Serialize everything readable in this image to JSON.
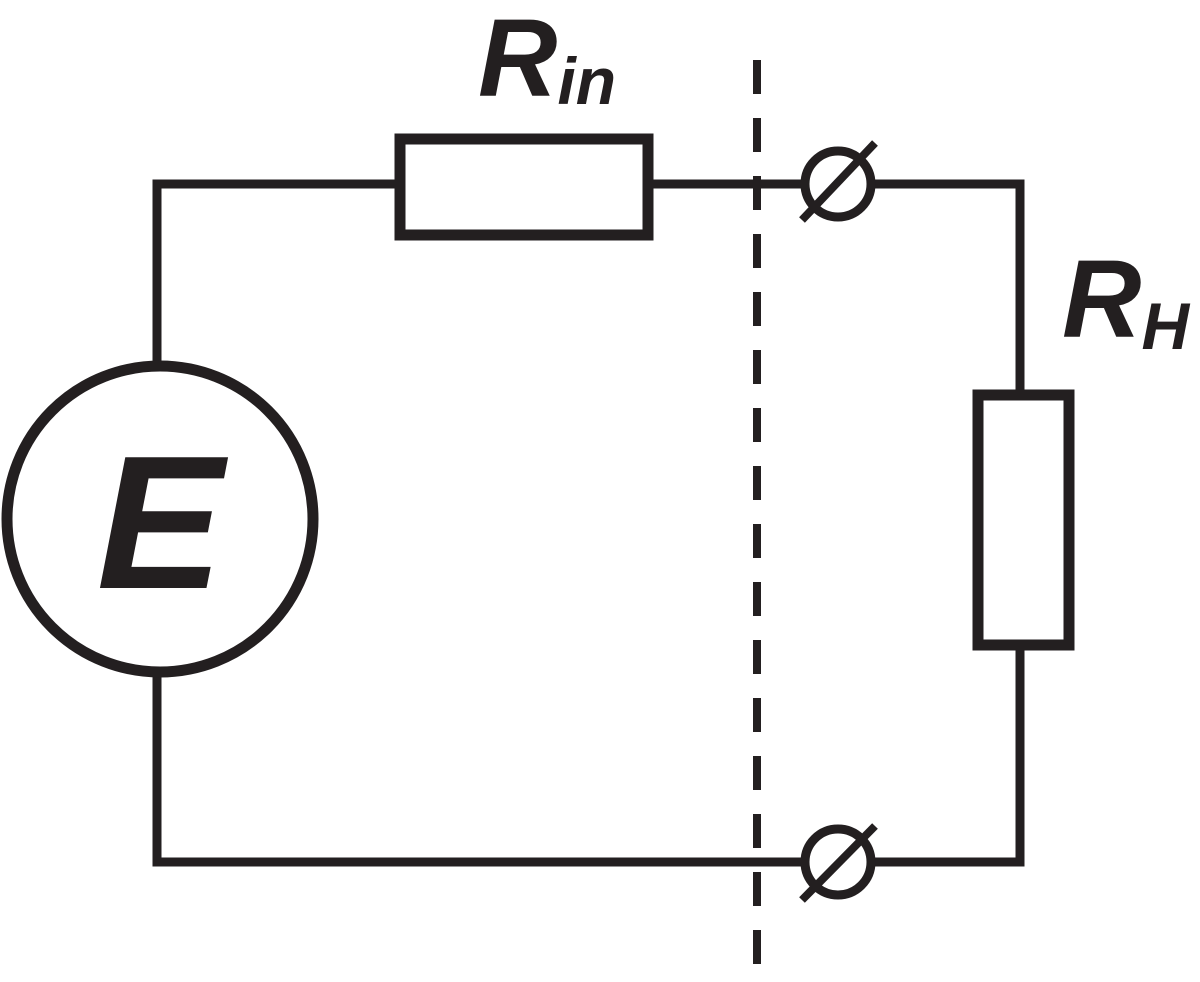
{
  "labels": {
    "source": "E",
    "internal_resistor_main": "R",
    "internal_resistor_sub": "in",
    "load_resistor_main": "R",
    "load_resistor_sub": "H"
  },
  "colors": {
    "ink": "#231f20",
    "background": "#ffffff"
  }
}
